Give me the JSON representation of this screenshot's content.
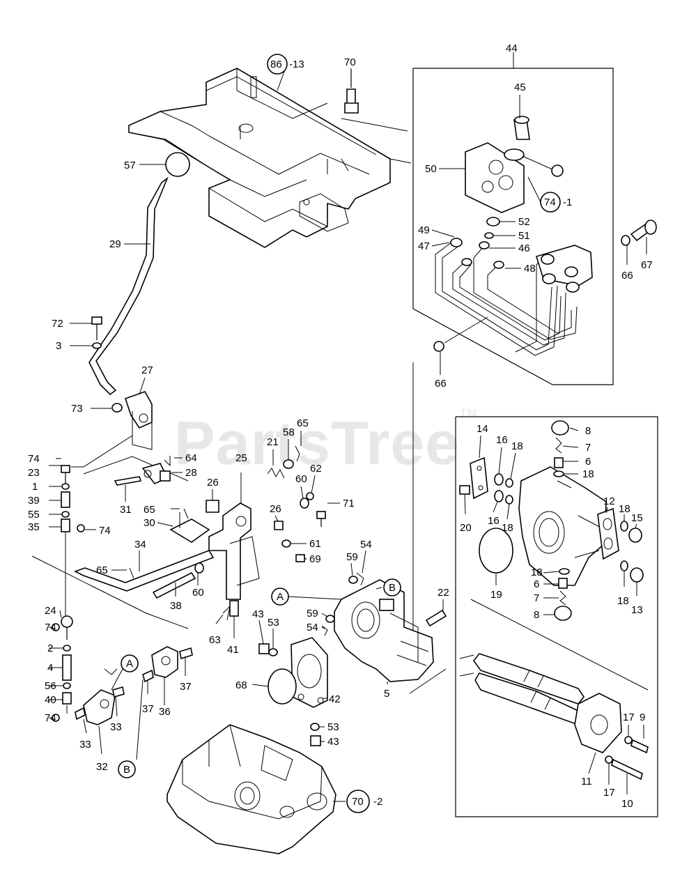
{
  "watermark": {
    "text": "PartsTree",
    "mark": "TM"
  },
  "callouts": {
    "p44": "44",
    "p45": "45",
    "p70": "70",
    "p86": "86",
    "p86_suffix": "-13",
    "p50": "50",
    "p74a": "74",
    "p74a_suffix": "-1",
    "p52": "52",
    "p51": "51",
    "p49": "49",
    "p47": "47",
    "p46": "46",
    "p48": "48",
    "p66a": "66",
    "p67": "67",
    "p66b": "66",
    "p57": "57",
    "p29": "29",
    "p72": "72",
    "p3": "3",
    "p27": "27",
    "p73": "73",
    "p74b": "74",
    "p23": "23",
    "p1": "1",
    "p39": "39",
    "p55": "55",
    "p35": "35",
    "p74c": "74",
    "p64": "64",
    "p28": "28",
    "p31": "31",
    "p26a": "26",
    "p25": "25",
    "p21": "21",
    "p58": "58",
    "p65a": "65",
    "p60a": "60",
    "p62": "62",
    "p71": "71",
    "p26b": "26",
    "p65b": "65",
    "p30": "30",
    "p61": "61",
    "p69": "69",
    "p34": "34",
    "p65c": "65",
    "p60b": "60",
    "p38": "38",
    "p59a": "59",
    "p54a": "54",
    "pB1": "B",
    "pA1": "A",
    "p22": "22",
    "p59b": "59",
    "p54b": "54",
    "p43a": "43",
    "p53a": "53",
    "p63": "63",
    "p41": "41",
    "p24": "24",
    "p74d": "74",
    "p2": "2",
    "p4": "4",
    "p56": "56",
    "p40": "40",
    "p74e": "74",
    "pA2": "A",
    "p37a": "37",
    "p37b": "37",
    "p36": "36",
    "p33a": "33",
    "p33b": "33",
    "p32": "32",
    "pB2": "B",
    "p68": "68",
    "p42": "42",
    "p5": "5",
    "p53b": "53",
    "p43b": "43",
    "p70b": "70",
    "p70b_suffix": "-2",
    "p14": "14",
    "p16a": "16",
    "p18a": "18",
    "p8a": "8",
    "p7a": "7",
    "p6a": "6",
    "p18b": "18",
    "p20": "20",
    "p16b": "16",
    "p18c": "18",
    "p12": "12",
    "p18d": "18",
    "p15": "15",
    "p19": "19",
    "p18e": "18",
    "p6b": "6",
    "p7b": "7",
    "p8b": "8",
    "p18f": "18",
    "p13": "13",
    "p17a": "17",
    "p9": "9",
    "p11": "11",
    "p17b": "17",
    "p10": "10"
  }
}
